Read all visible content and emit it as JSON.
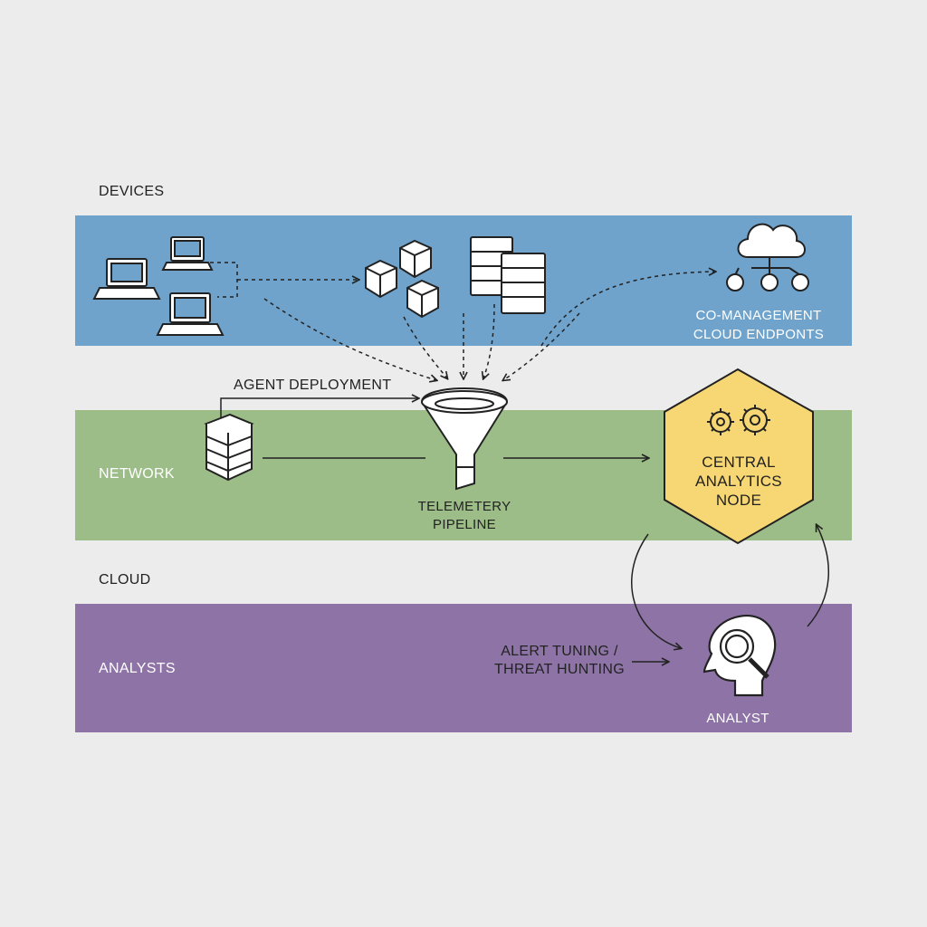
{
  "bands": {
    "devices": {
      "label": "DEVICES",
      "color": "#6fa3cc"
    },
    "network": {
      "label": "NETWORK",
      "color": "#9dbd88"
    },
    "cloud": {
      "label": "CLOUD"
    },
    "analysts": {
      "label": "ANALYSTS",
      "color": "#8e74a6"
    }
  },
  "nodes": {
    "cloud_endpoints": {
      "line1": "CO-MANAGEMENT",
      "line2": "CLOUD ENDPONTS"
    },
    "agent_deployment": {
      "label": "AGENT DEPLOYMENT"
    },
    "telemetry": {
      "line1": "TELEMETERY",
      "line2": "PIPELINE"
    },
    "central": {
      "line1": "CENTRAL",
      "line2": "ANALYTICS",
      "line3": "NODE",
      "color": "#f7d774"
    },
    "alert": {
      "line1": "ALERT TUNING /",
      "line2": "THREAT HUNTING"
    },
    "analyst": {
      "label": "ANALYST"
    }
  }
}
